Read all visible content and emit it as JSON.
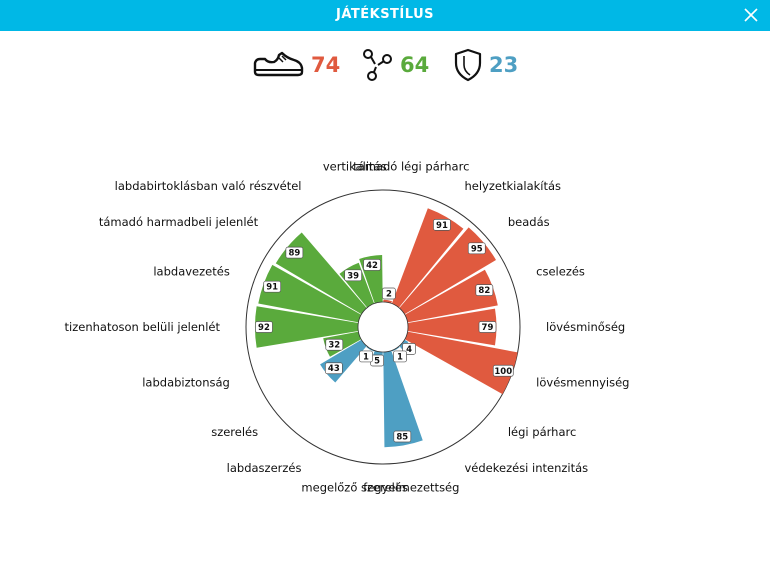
{
  "header": {
    "title": "JÁTÉKSTÍLUS"
  },
  "icons": {
    "close": "close-icon",
    "attack": "sneaker-icon",
    "possession": "pass-network-icon",
    "defense": "shield-icon"
  },
  "stats": {
    "attack": {
      "value": "74",
      "color": "#e05a3f"
    },
    "possession": {
      "value": "64",
      "color": "#5aaa3c"
    },
    "defense": {
      "value": "23",
      "color": "#4e9fc3"
    }
  },
  "chart_data": {
    "type": "polar-bar",
    "rlim": [
      0,
      100
    ],
    "categories": [
      "támadó légi párharc",
      "helyzetkialakítás",
      "beadás",
      "cselezés",
      "lövésminőség",
      "lövésmennyiség",
      "légi párharc",
      "védekezési intenzitás",
      "fegyelmezettség",
      "megelőző szerelés",
      "labdaszerzés",
      "szerelés",
      "labdabiztonság",
      "tizenhatoson belüli jelenlét",
      "labdavezetés",
      "támadó harmadbeli jelenlét",
      "labdabirtoklásban való részvétel",
      "vertikalitás"
    ],
    "values": [
      2,
      91,
      95,
      82,
      79,
      100,
      4,
      1,
      85,
      5,
      1,
      43,
      32,
      92,
      91,
      89,
      39,
      42
    ],
    "groups": [
      "attack",
      "attack",
      "attack",
      "attack",
      "attack",
      "attack",
      "defense",
      "defense",
      "defense",
      "defense",
      "defense",
      "defense",
      "possession",
      "possession",
      "possession",
      "possession",
      "possession",
      "possession"
    ],
    "colors": {
      "attack": "#e05a3f",
      "defense": "#4e9fc3",
      "possession": "#5aaa3c"
    }
  }
}
